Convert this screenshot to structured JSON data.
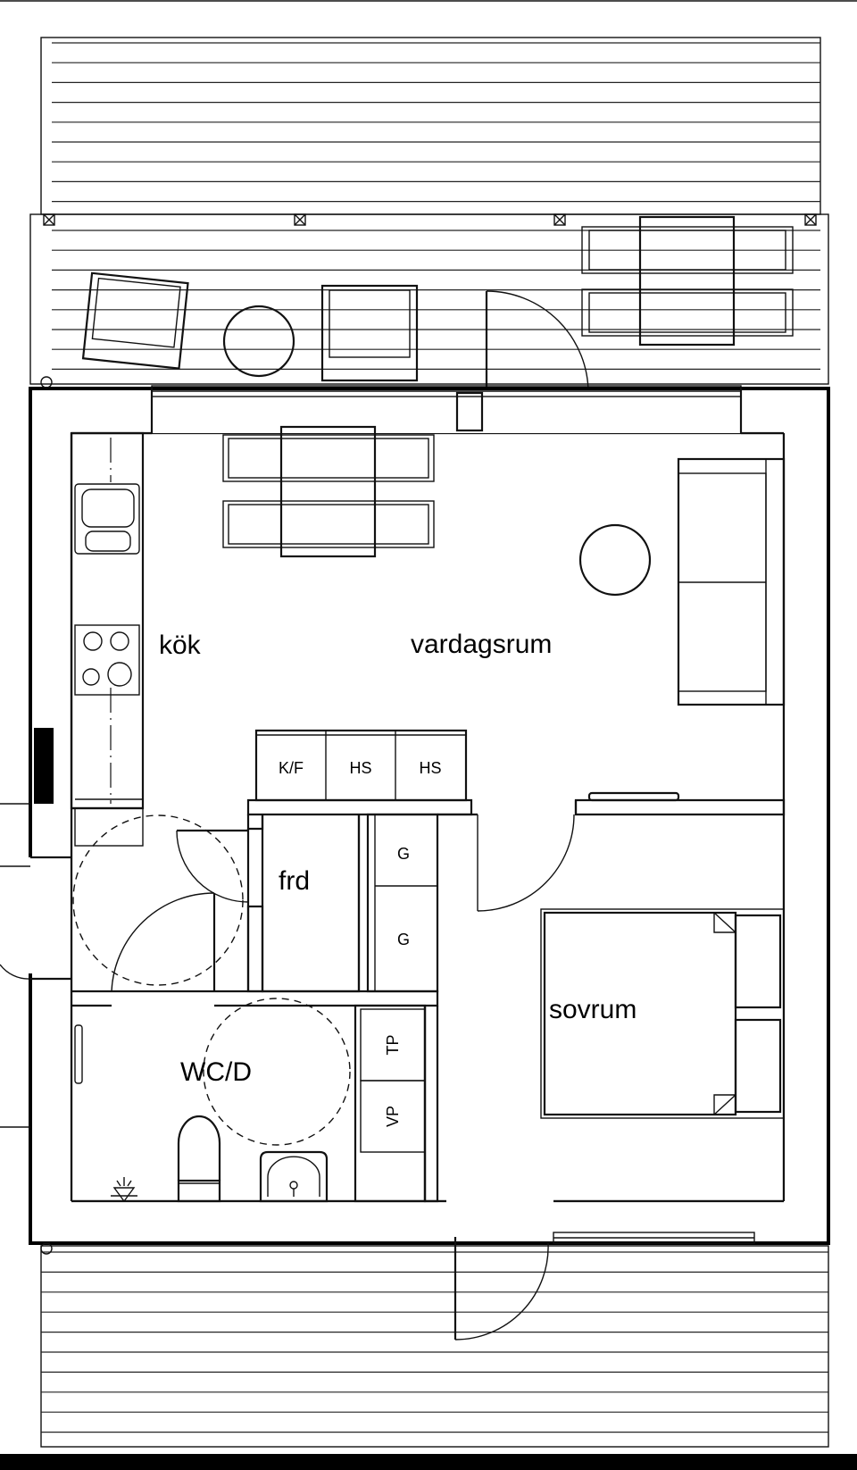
{
  "rooms": {
    "kitchen": "kök",
    "living": "vardagsrum",
    "hall_closet": "frd",
    "bathroom": "WC/D",
    "bedroom": "sovrum"
  },
  "appliances": {
    "fridge": "K/F",
    "wardrobe_1": "HS",
    "wardrobe_2": "HS",
    "closet_1": "G",
    "closet_2": "G",
    "dryer": "TP",
    "washer": "VP"
  },
  "colors": {
    "line": "#000000",
    "background": "#ffffff"
  },
  "icons": [
    "floor-drain-icon",
    "wash-basin-icon",
    "toilet-icon",
    "stove-icon",
    "sink-icon"
  ]
}
